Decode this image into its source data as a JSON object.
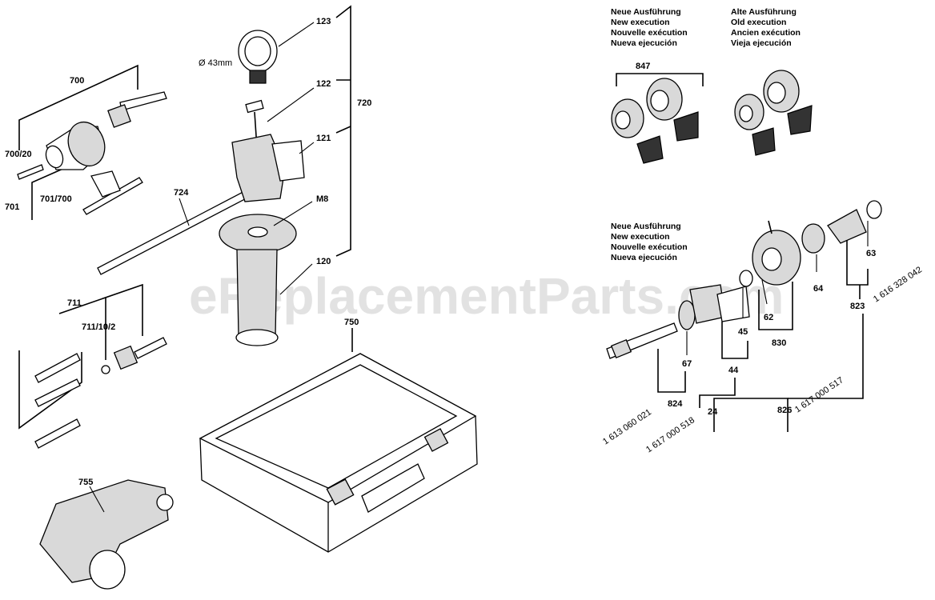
{
  "watermark": "eReplacementParts.com",
  "headers": {
    "new_exec": [
      "Neue Ausführung",
      "New execution",
      "Nouvelle exécution",
      "Nueva ejecución"
    ],
    "old_exec": [
      "Alte Ausführung",
      "Old execution",
      "Ancien exécution",
      "Vieja ejecución"
    ],
    "new_exec_2": [
      "Neue Ausführung",
      "New execution",
      "Nouvelle exécution",
      "Nueva ejecución"
    ]
  },
  "labels": {
    "p700": "700",
    "p700_20": "700/20",
    "p701": "701",
    "p701_700": "701/700",
    "p724": "724",
    "p123": "123",
    "p43mm": "Ø 43mm",
    "p122": "122",
    "p121": "121",
    "p720": "720",
    "pM8": "M8",
    "p120": "120",
    "p711": "711",
    "p711_10_2": "711/10/2",
    "p750": "750",
    "p755": "755",
    "p847": "847",
    "p63": "63",
    "p823": "823",
    "p823_num": "1 616 328 042",
    "p64": "64",
    "p62": "62",
    "p830": "830",
    "p45": "45",
    "p44": "44",
    "p67": "67",
    "p824": "824",
    "p824_num": "1 613 060 021",
    "p24": "24",
    "p24_num": "1 617 000 518",
    "p826": "826",
    "p826_num": "1 617 000 517"
  }
}
